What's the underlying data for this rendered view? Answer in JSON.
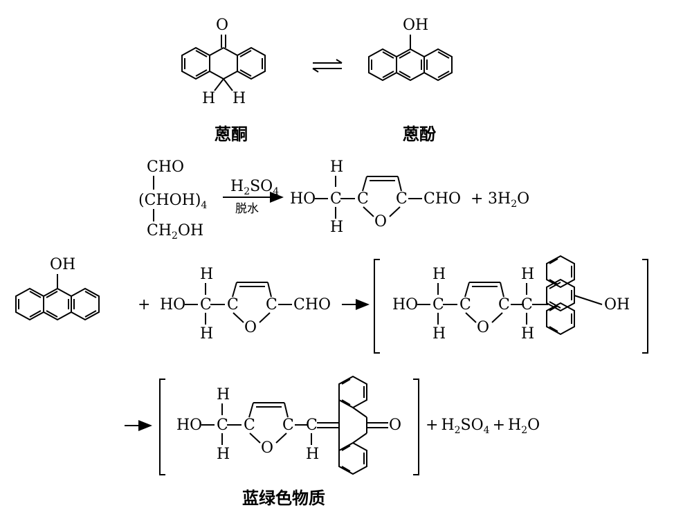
{
  "anthrone_o": "O",
  "anthrone_h_left": "H",
  "anthrone_h_right": "H",
  "anthranol_oh": "OH",
  "caption_anthrone": "蒽酮",
  "caption_anthranol": "蒽酚",
  "sugar": {
    "top": "CHO",
    "middle": "(CHOH)",
    "middle_sub": "4",
    "bottom": "CH",
    "bottom_sub": "2",
    "bottom_end": "OH"
  },
  "reagent": {
    "top": "H",
    "top_sub1": "2",
    "top_mid": "SO",
    "top_sub2": "4",
    "bottom": "脱水"
  },
  "furfural": {
    "h_top": "H",
    "ho": "HO",
    "c1": "C",
    "c2": "C",
    "c3": "C",
    "o": "O",
    "cho": "CHO",
    "h_bottom": "H"
  },
  "water": {
    "plus": "+",
    "coef": "3H",
    "sub": "2",
    "end": "O"
  },
  "row3": {
    "oh": "OH",
    "plus": "+",
    "intermediate_oh": "OH"
  },
  "row4": {
    "ketone_o": "O",
    "byproduct_plus1": "+",
    "h2so4_a": "H",
    "h2so4_sub1": "2",
    "h2so4_b": "SO",
    "h2so4_sub2": "4",
    "byproduct_plus2": "+",
    "water_a": "H",
    "water_sub": "2",
    "water_b": "O"
  },
  "caption_product": "蓝绿色物质"
}
